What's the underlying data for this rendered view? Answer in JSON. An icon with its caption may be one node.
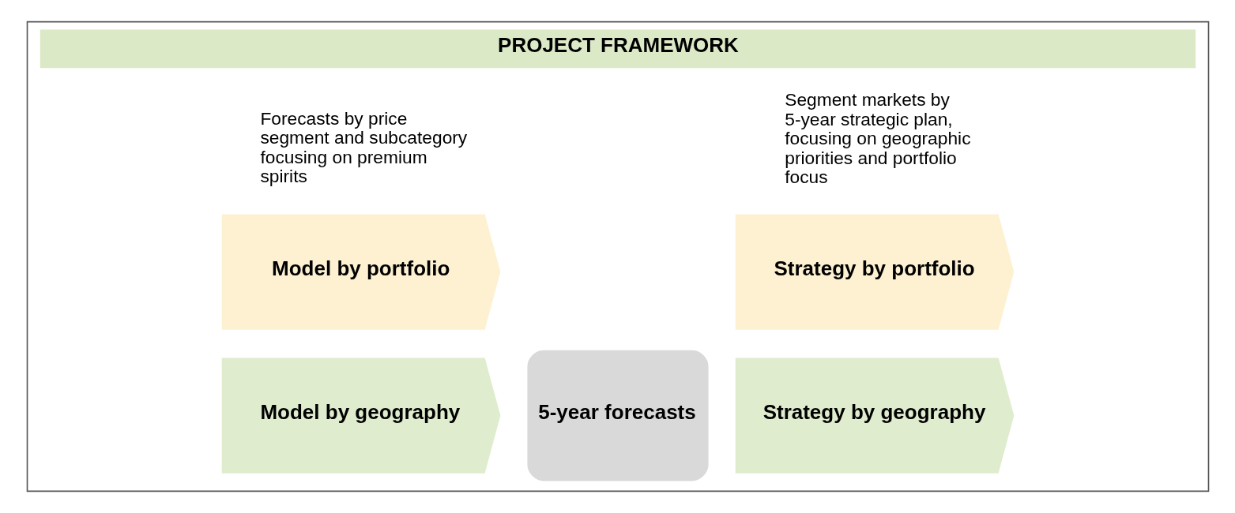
{
  "diagram": {
    "nodes": [
      {
        "text": [
          "PROJECT FRAMEWORK"
        ]
      },
      {
        "text": [
          "Model by geography"
        ],
        "in": 0
      },
      {
        "text": [
          "Model by portfolio"
        ],
        "in": 0
      },
      {
        "text": [
          "5-year forecasts"
        ],
        "in": 0
      },
      {
        "text": [
          "Strategy by geography"
        ],
        "in": 0
      },
      {
        "text": [
          "Strategy by portfolio"
        ],
        "in": 0
      }
    ],
    "labels": [
      "Forecasts by price segment and subcategory focusing on premium spirits",
      "Segment markets by 5-year strategic plan, focusing on geographic priorities and portfolio focus"
    ]
  }
}
